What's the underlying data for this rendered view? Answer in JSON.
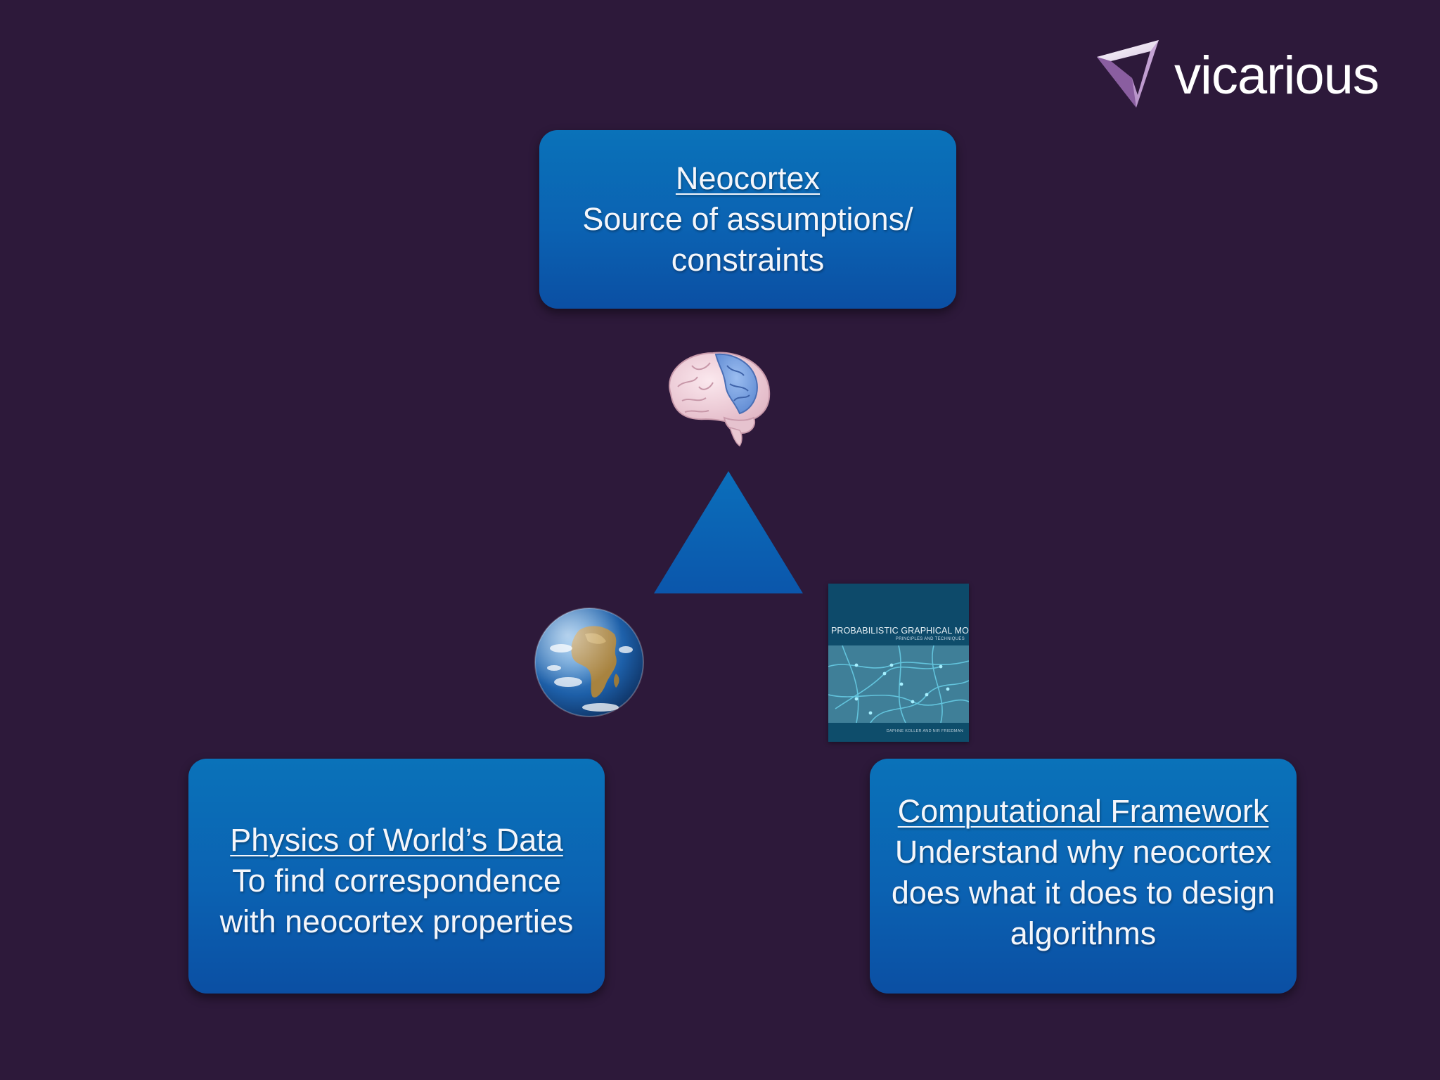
{
  "brand": {
    "logo_text": "vicarious",
    "logo_icon": "vicarious-triangle-logo"
  },
  "nodes": {
    "top": {
      "title": "Neocortex",
      "lines": [
        "Source of assumptions/",
        "constraints"
      ]
    },
    "left": {
      "title": "Physics of World’s Data",
      "lines": [
        "To find correspondence",
        "with neocortex properties"
      ]
    },
    "right": {
      "title": "Computational Framework",
      "lines": [
        "Understand why neocortex",
        "does what it does to design",
        "algorithms"
      ]
    }
  },
  "book_cover": {
    "title": "PROBABILISTIC GRAPHICAL MODELS",
    "subtitle": "PRINCIPLES AND TECHNIQUES",
    "authors": "DAPHNE KOLLER AND NIR FRIEDMAN"
  },
  "icons": [
    "brain-icon",
    "globe-icon",
    "book-cover-icon",
    "triangle-icon"
  ],
  "colors": {
    "background": "#2d193a",
    "box_fill": "#0b62b2",
    "text": "#f4f6fb",
    "logo_purple": "#b895c9"
  }
}
